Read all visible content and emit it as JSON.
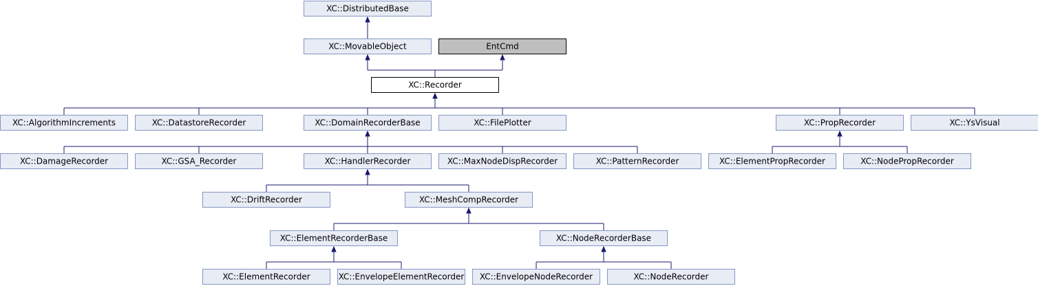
{
  "colors": {
    "node_fill": "#e8ecf5",
    "node_border": "#8496c4",
    "focus_fill": "#ffffff",
    "focus_border": "#000000",
    "external_fill": "#bfbfbf",
    "external_border": "#000000",
    "edge": "#191970"
  },
  "nodes": [
    {
      "id": "distributedbase",
      "label": "XC::DistributedBase",
      "kind": "normal"
    },
    {
      "id": "movableobject",
      "label": "XC::MovableObject",
      "kind": "normal"
    },
    {
      "id": "entcmd",
      "label": "EntCmd",
      "kind": "external"
    },
    {
      "id": "recorder",
      "label": "XC::Recorder",
      "kind": "focus"
    },
    {
      "id": "algorithmincrements",
      "label": "XC::AlgorithmIncrements",
      "kind": "normal"
    },
    {
      "id": "datastorerecorder",
      "label": "XC::DatastoreRecorder",
      "kind": "normal"
    },
    {
      "id": "domainrecorderbase",
      "label": "XC::DomainRecorderBase",
      "kind": "normal"
    },
    {
      "id": "fileplotter",
      "label": "XC::FilePlotter",
      "kind": "normal"
    },
    {
      "id": "proprecorder",
      "label": "XC::PropRecorder",
      "kind": "normal"
    },
    {
      "id": "ysvisual",
      "label": "XC::YsVisual",
      "kind": "normal"
    },
    {
      "id": "damagerecorder",
      "label": "XC::DamageRecorder",
      "kind": "normal"
    },
    {
      "id": "gsarecorder",
      "label": "XC::GSA_Recorder",
      "kind": "normal"
    },
    {
      "id": "handlerrecorder",
      "label": "XC::HandlerRecorder",
      "kind": "normal"
    },
    {
      "id": "maxnodedisprecorder",
      "label": "XC::MaxNodeDispRecorder",
      "kind": "normal"
    },
    {
      "id": "patternrecorder",
      "label": "XC::PatternRecorder",
      "kind": "normal"
    },
    {
      "id": "elementproprecorder",
      "label": "XC::ElementPropRecorder",
      "kind": "normal"
    },
    {
      "id": "nodeproprecorder",
      "label": "XC::NodePropRecorder",
      "kind": "normal"
    },
    {
      "id": "driftrecorder",
      "label": "XC::DriftRecorder",
      "kind": "normal"
    },
    {
      "id": "meshcomprecorder",
      "label": "XC::MeshCompRecorder",
      "kind": "normal"
    },
    {
      "id": "elementrecorderbase",
      "label": "XC::ElementRecorderBase",
      "kind": "normal"
    },
    {
      "id": "noderecorderbase",
      "label": "XC::NodeRecorderBase",
      "kind": "normal"
    },
    {
      "id": "elementrecorder",
      "label": "XC::ElementRecorder",
      "kind": "normal"
    },
    {
      "id": "envelopeelementrecorder",
      "label": "XC::EnvelopeElementRecorder",
      "kind": "normal"
    },
    {
      "id": "envelopenoderecorder",
      "label": "XC::EnvelopeNodeRecorder",
      "kind": "normal"
    },
    {
      "id": "noderecorder",
      "label": "XC::NodeRecorder",
      "kind": "normal"
    }
  ],
  "edges": [
    {
      "parent": "distributedbase",
      "children": [
        "movableobject"
      ]
    },
    {
      "parent": "movableobject",
      "children": [
        "recorder"
      ]
    },
    {
      "parent": "entcmd",
      "children": [
        "recorder"
      ]
    },
    {
      "parent": "recorder",
      "children": [
        "algorithmincrements",
        "datastorerecorder",
        "domainrecorderbase",
        "fileplotter",
        "proprecorder",
        "ysvisual"
      ]
    },
    {
      "parent": "domainrecorderbase",
      "children": [
        "damagerecorder",
        "gsarecorder",
        "handlerrecorder",
        "maxnodedisprecorder",
        "patternrecorder"
      ]
    },
    {
      "parent": "proprecorder",
      "children": [
        "elementproprecorder",
        "nodeproprecorder"
      ]
    },
    {
      "parent": "handlerrecorder",
      "children": [
        "driftrecorder",
        "meshcomprecorder"
      ]
    },
    {
      "parent": "meshcomprecorder",
      "children": [
        "elementrecorderbase",
        "noderecorderbase"
      ]
    },
    {
      "parent": "elementrecorderbase",
      "children": [
        "elementrecorder",
        "envelopeelementrecorder"
      ]
    },
    {
      "parent": "noderecorderbase",
      "children": [
        "envelopenoderecorder",
        "noderecorder"
      ]
    }
  ]
}
